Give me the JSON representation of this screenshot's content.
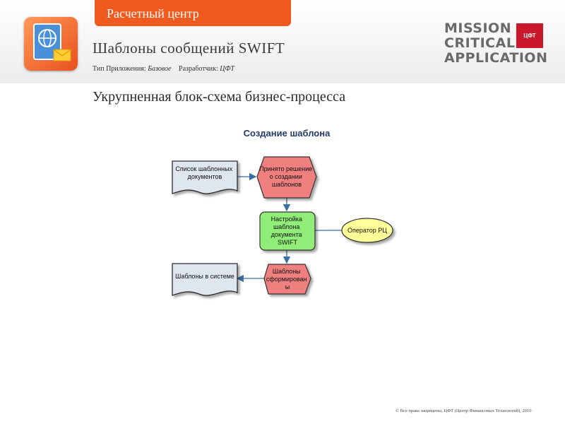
{
  "header": {
    "tab_label": "Расчетный центр",
    "title": "Шаблоны сообщений SWIFT",
    "meta": {
      "type_label": "Тип  Приложения:",
      "type_value": "Базовое",
      "developer_label": "Разработчик:",
      "developer_value": "ЦФТ"
    },
    "logo": {
      "line1": "MISSION",
      "line2": "CRITICAL",
      "line3": "APPLICATION",
      "badge": "ЦФТ"
    }
  },
  "section_title": "Укрупненная блок-схема бизнес-процесса",
  "diagram": {
    "title": "Создание шаблона",
    "nodes": {
      "doc_list": [
        "Список шаблонных",
        "документов"
      ],
      "event_decision": [
        "Принято решение",
        "о создании",
        "шаблонов"
      ],
      "function_setup": [
        "Настройка",
        "шаблона",
        "документа",
        "SWIFT"
      ],
      "operator": [
        "Оператор РЦ"
      ],
      "doc_result": [
        "Шаблоны в системе"
      ],
      "event_done": [
        "Шаблоны",
        "сформирован",
        "ы"
      ]
    }
  },
  "footer": "© Все права защищены, ЦФТ (Центр Финансовых Технологий), 2010",
  "colors": {
    "accent": "#f05a1f",
    "event_fill": "#f08080",
    "function_fill": "#90ee78",
    "role_fill": "#ffff99",
    "document_fill": "#dfe6ef",
    "connector": "#3a6ea5"
  }
}
